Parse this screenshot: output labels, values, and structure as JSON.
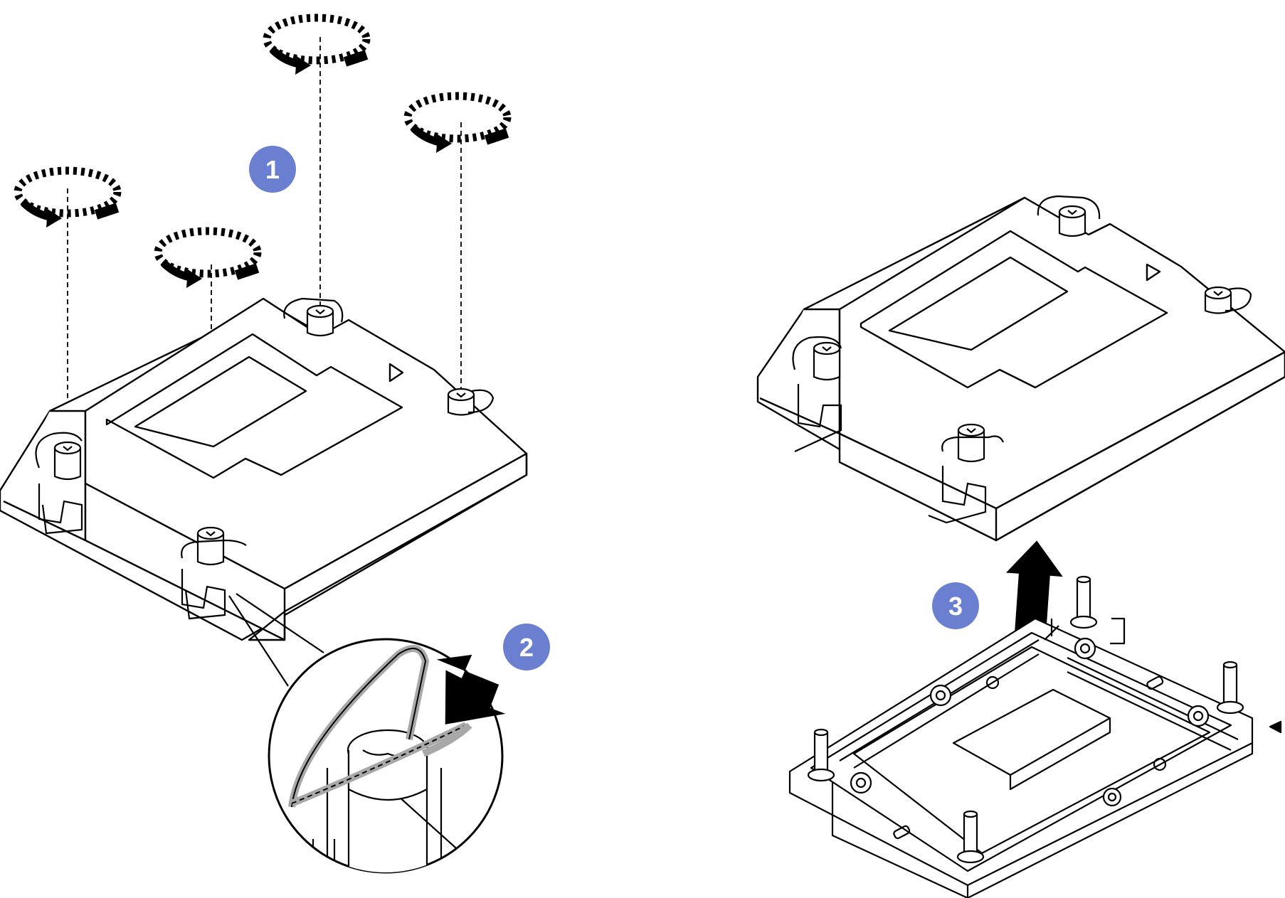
{
  "figure": {
    "steps": [
      {
        "number": "1",
        "action": "loosen-screws"
      },
      {
        "number": "2",
        "action": "release-wire-bail"
      },
      {
        "number": "3",
        "action": "lift-heat-sink"
      }
    ],
    "colors": {
      "line": "#000000",
      "badge": "#6b7fd1",
      "badge_text": "#ffffff",
      "wire_highlight": "#a8a8a8",
      "background": "#ffffff"
    }
  }
}
